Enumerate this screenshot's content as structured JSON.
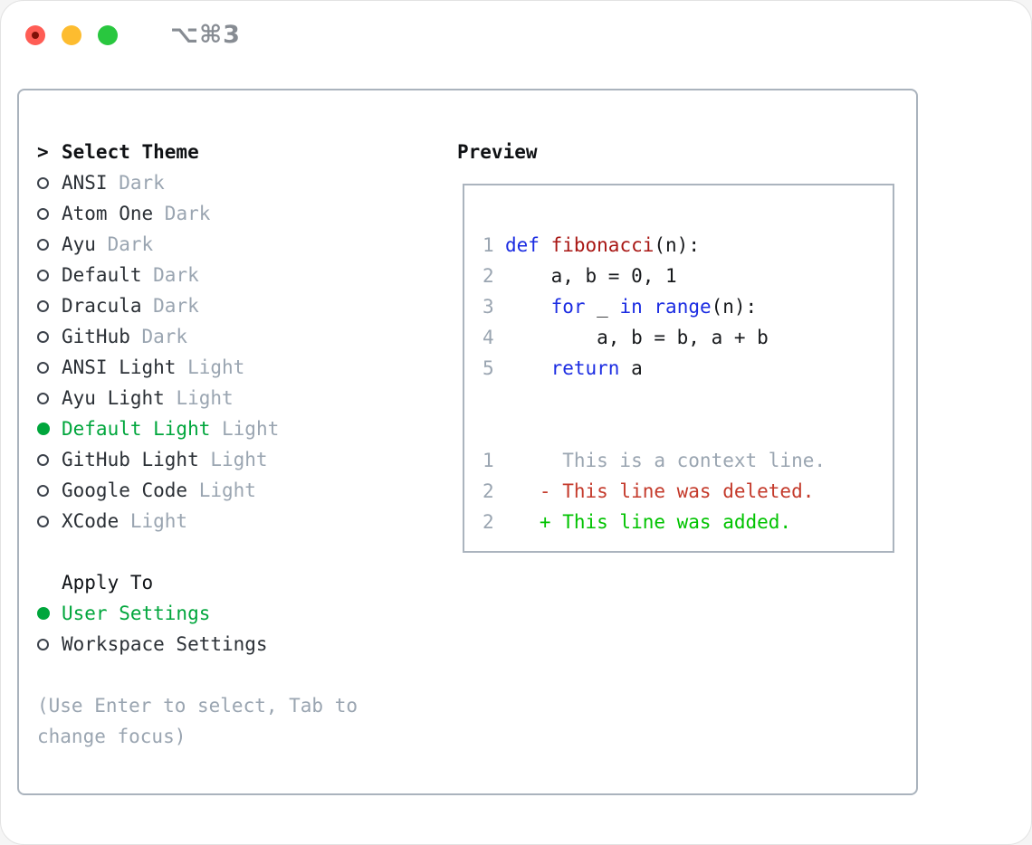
{
  "titlebar": {
    "shortcut": "⌥⌘3"
  },
  "colors": {
    "accent-green": "#00a63c",
    "diff-added": "#00c300",
    "diff-deleted": "#c43a2b",
    "syntax-keyword": "#1b2ce2",
    "syntax-function": "#a81613",
    "muted": "#9aa5b1"
  },
  "theme_picker": {
    "prompt": ">",
    "title": "Select Theme",
    "items": [
      {
        "label": "ANSI",
        "variant": "Dark",
        "selected": false
      },
      {
        "label": "Atom One",
        "variant": "Dark",
        "selected": false
      },
      {
        "label": "Ayu",
        "variant": "Dark",
        "selected": false
      },
      {
        "label": "Default",
        "variant": "Dark",
        "selected": false
      },
      {
        "label": "Dracula",
        "variant": "Dark",
        "selected": false
      },
      {
        "label": "GitHub",
        "variant": "Dark",
        "selected": false
      },
      {
        "label": "ANSI Light",
        "variant": "Light",
        "selected": false
      },
      {
        "label": "Ayu Light",
        "variant": "Light",
        "selected": false
      },
      {
        "label": "Default Light",
        "variant": "Light",
        "selected": true
      },
      {
        "label": "GitHub Light",
        "variant": "Light",
        "selected": false
      },
      {
        "label": "Google Code",
        "variant": "Light",
        "selected": false
      },
      {
        "label": "XCode",
        "variant": "Light",
        "selected": false
      }
    ]
  },
  "apply_to": {
    "title": "Apply To",
    "options": [
      {
        "label": "User Settings",
        "selected": true
      },
      {
        "label": "Workspace Settings",
        "selected": false
      }
    ]
  },
  "hint": "(Use Enter to select, Tab to change focus)",
  "preview": {
    "title": "Preview",
    "code_lines": [
      {
        "num": "1",
        "tokens": [
          {
            "type": "keyword",
            "text": "def"
          },
          {
            "type": "plain",
            "text": " "
          },
          {
            "type": "function",
            "text": "fibonacci"
          },
          {
            "type": "plain",
            "text": "(n):"
          }
        ]
      },
      {
        "num": "2",
        "tokens": [
          {
            "type": "plain",
            "text": "    a, b = 0, 1"
          }
        ]
      },
      {
        "num": "3",
        "tokens": [
          {
            "type": "plain",
            "text": "    "
          },
          {
            "type": "keyword",
            "text": "for"
          },
          {
            "type": "plain",
            "text": " _ "
          },
          {
            "type": "keyword",
            "text": "in"
          },
          {
            "type": "plain",
            "text": " "
          },
          {
            "type": "keyword",
            "text": "range"
          },
          {
            "type": "plain",
            "text": "(n):"
          }
        ]
      },
      {
        "num": "4",
        "tokens": [
          {
            "type": "plain",
            "text": "        a, b = b, a + b"
          }
        ]
      },
      {
        "num": "5",
        "tokens": [
          {
            "type": "plain",
            "text": "    "
          },
          {
            "type": "keyword",
            "text": "return"
          },
          {
            "type": "plain",
            "text": " a"
          }
        ]
      }
    ],
    "gap_rows": 2,
    "diff_lines": [
      {
        "num": "1",
        "tokens": [
          {
            "type": "context",
            "text": "     This is a context line."
          }
        ]
      },
      {
        "num": "2",
        "tokens": [
          {
            "type": "deleted",
            "text": "   - This line was deleted."
          }
        ]
      },
      {
        "num": "2",
        "tokens": [
          {
            "type": "added",
            "text": "   + This line was added."
          }
        ]
      }
    ]
  }
}
